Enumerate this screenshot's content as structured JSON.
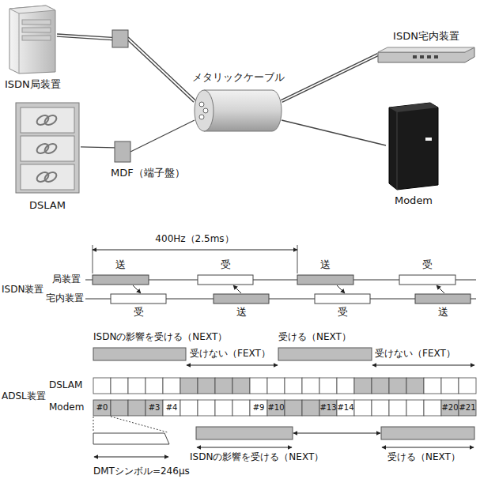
{
  "diagram": {
    "nodes": [
      {
        "text": [
          "ISDN局装置"
        ]
      },
      {
        "text": [
          "DSLAM"
        ]
      },
      {
        "text": [
          "MDF（端子盤）"
        ]
      },
      {
        "text": [
          "メタリックケーブル"
        ]
      },
      {
        "text": [
          "ISDN宅内装置"
        ]
      },
      {
        "text": [
          "Modem"
        ]
      }
    ],
    "edges": [
      {
        "from": 0,
        "to": 3,
        "arrow": "none"
      },
      {
        "from": 1,
        "to": 2,
        "arrow": "none"
      },
      {
        "from": 2,
        "to": 3,
        "arrow": "none"
      },
      {
        "from": 3,
        "to": 4,
        "arrow": "none"
      },
      {
        "from": 3,
        "to": 5,
        "arrow": "none"
      }
    ],
    "labels": [
      "400Hz（2.5ms）",
      "ISDN装置",
      "局装置",
      "宅内装置",
      "送",
      "受",
      "送",
      "受",
      "受",
      "送",
      "受",
      "送",
      "ISDNの影響を受ける（NEXT）",
      "受けない（FEXT）",
      "受ける（NEXT）",
      "受けない（FEXT）",
      "ADSL装置",
      "DSLAM",
      "Modem",
      "#0",
      "#3",
      "#4",
      "#9",
      "#10",
      "#13",
      "#14",
      "#20",
      "#21",
      "ISDNの影響を受ける（NEXT）",
      "受ける（NEXT）",
      "DMTシンボル=246μs"
    ]
  }
}
